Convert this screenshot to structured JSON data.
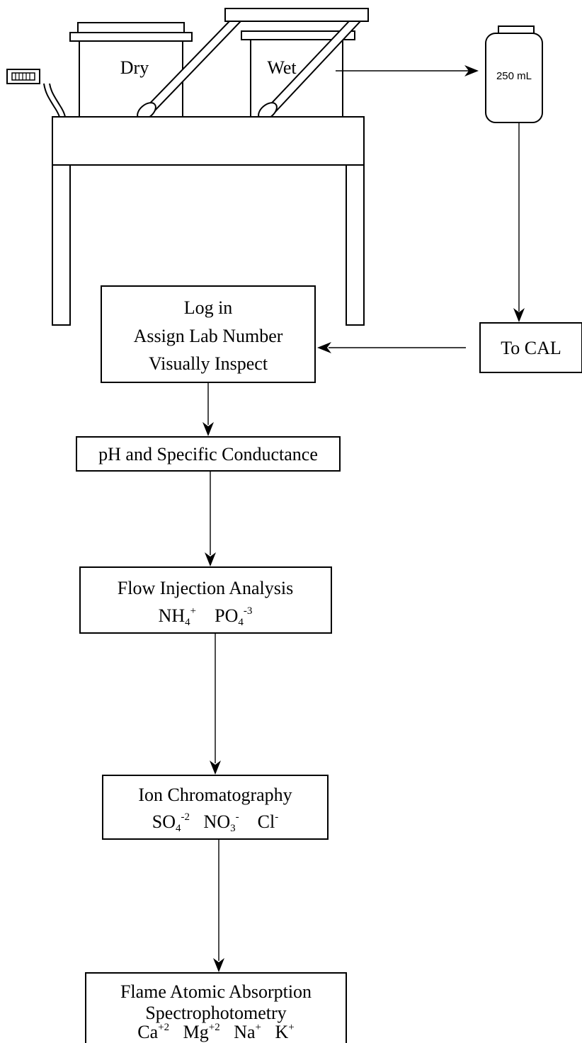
{
  "collector": {
    "dry_label": "Dry",
    "wet_label": "Wet"
  },
  "bottle": {
    "label": "250 mL"
  },
  "to_cal": {
    "label": "To CAL"
  },
  "login": {
    "line1": "Log in",
    "line2": "Assign Lab Number",
    "line3": "Visually Inspect"
  },
  "ph": {
    "label": "pH and Specific Conductance"
  },
  "fia": {
    "title": "Flow Injection Analysis",
    "nh4": {
      "base": "NH",
      "sub": "4",
      "sup": "+"
    },
    "po4": {
      "base": "PO",
      "sub": "4",
      "sup": "-3"
    }
  },
  "ic": {
    "title": "Ion Chromatography",
    "so4": {
      "base": "SO",
      "sub": "4",
      "sup": "-2"
    },
    "no3": {
      "base": "NO",
      "sub": "3",
      "sup": "-"
    },
    "cl": {
      "base": "Cl",
      "sup": "-"
    }
  },
  "faas": {
    "line1": "Flame Atomic Absorption",
    "line2": "Spectrophotometry",
    "ca": {
      "base": "Ca",
      "sup": "+2"
    },
    "mg": {
      "base": "Mg",
      "sup": "+2"
    },
    "na": {
      "base": "Na",
      "sup": "+"
    },
    "k": {
      "base": "K",
      "sup": "+"
    }
  }
}
